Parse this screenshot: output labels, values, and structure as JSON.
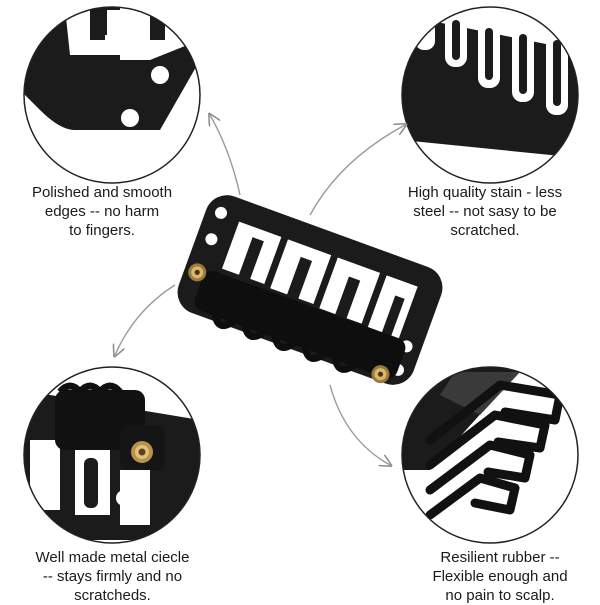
{
  "captions": {
    "top_left": [
      "Polished and smooth",
      "edges -- no harm",
      "to fingers."
    ],
    "top_right": [
      "High quality stain - less",
      "steel -- not sasy to be",
      "scratched."
    ],
    "bottom_left": [
      "Well made metal ciecle",
      "-- stays firmly and no",
      "scratcheds."
    ],
    "bottom_right": [
      "Resilient rubber --",
      "Flexible enough and",
      "no pain to scalp."
    ]
  },
  "colors": {
    "clip_body": "#1b1b1b",
    "circle_border": "#222222",
    "arrow": "#9a9a9a",
    "brass": "#c9a35a"
  }
}
